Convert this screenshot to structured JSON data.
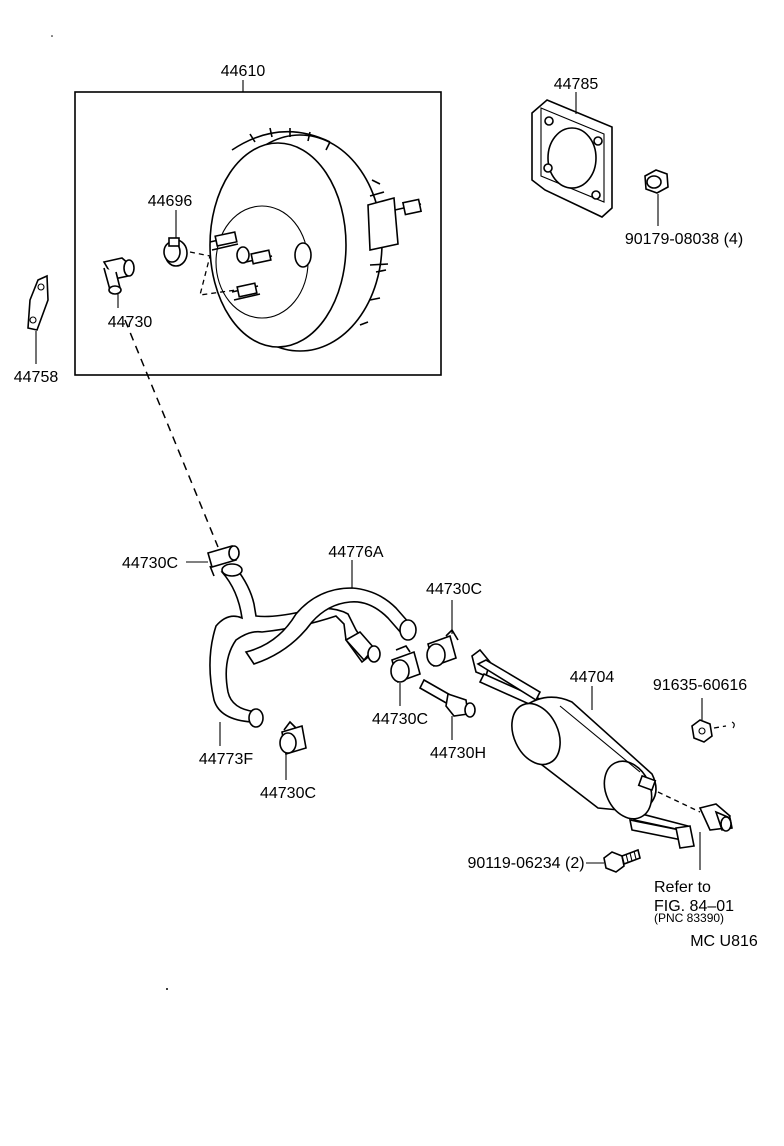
{
  "labels": {
    "booster": "44610",
    "gasket": "44785",
    "nut_pn": "90179-08038 (4)",
    "check_valve_nut": "44696",
    "union": "44730",
    "bracket": "44758",
    "clip_upper": "44730C",
    "hose_a": "44776A",
    "clip_right": "44730C",
    "tank": "44704",
    "small_nut_pn": "91635-60616",
    "clip_mid": "44730C",
    "hose_f": "44773F",
    "fitting_h": "44730H",
    "clip_lower": "44730C",
    "bolt_pn": "90119-06234 (2)",
    "refer_line1": "Refer to",
    "refer_line2": "FIG. 84–01",
    "refer_line3": "(PNC 83390)",
    "catalog_code": "MC U816"
  }
}
